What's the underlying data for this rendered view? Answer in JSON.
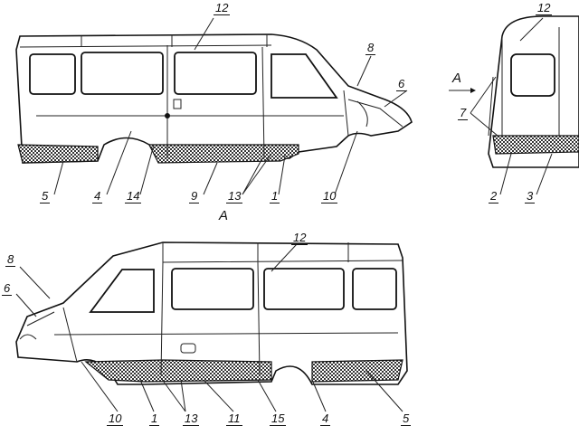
{
  "title_view_a": "A",
  "view_arrow_label": "A",
  "top_view_labels": [
    "12",
    "8",
    "6",
    "5",
    "4",
    "14",
    "9",
    "13",
    "1",
    "10"
  ],
  "rear_view_labels": [
    "12",
    "7",
    "2",
    "3"
  ],
  "bottom_view_labels": [
    "12",
    "8",
    "6",
    "10",
    "1",
    "13",
    "11",
    "15",
    "4",
    "5"
  ]
}
